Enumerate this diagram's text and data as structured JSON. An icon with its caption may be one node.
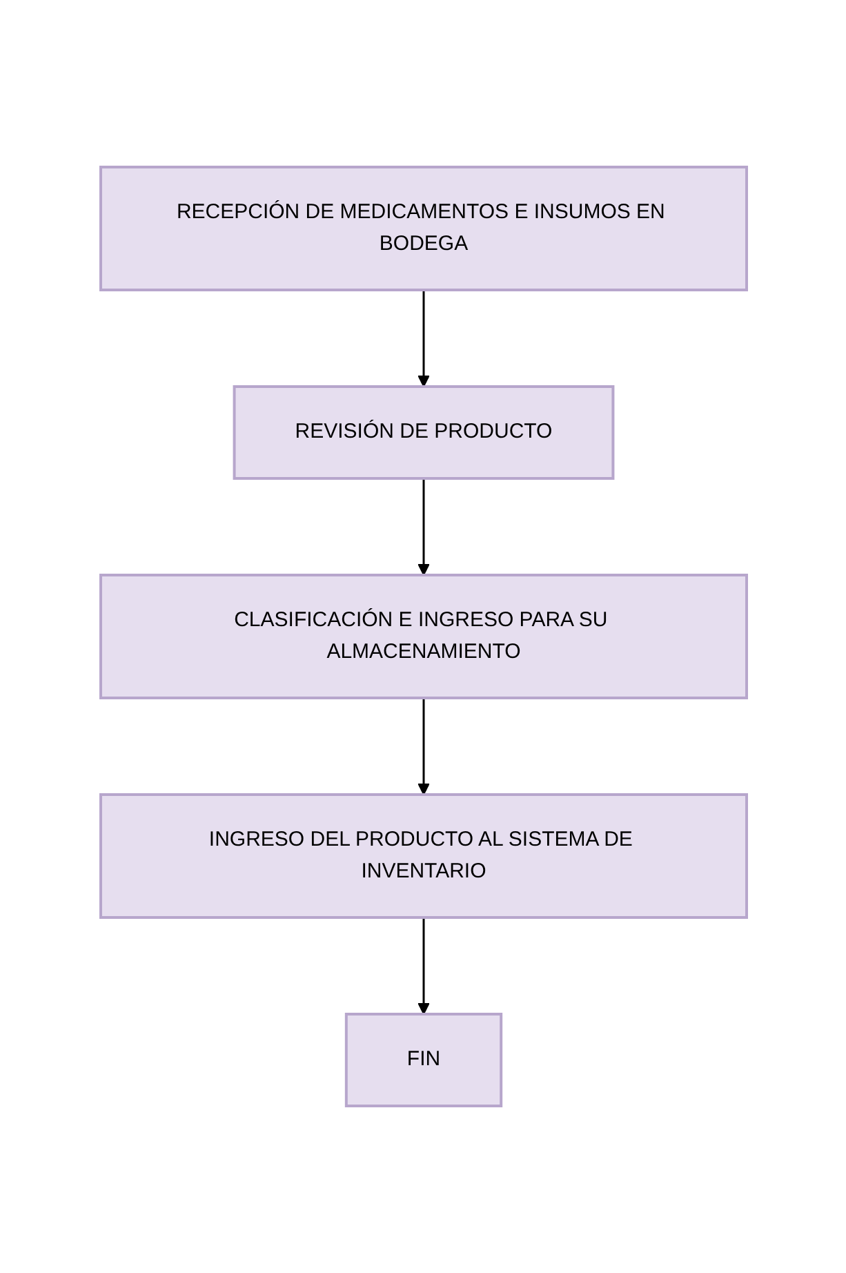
{
  "diagram": {
    "nodes": [
      {
        "text": [
          "RECEPCIÓN DE MEDICAMENTOS E INSUMOS EN BODEGA"
        ]
      },
      {
        "text": [
          "REVISIÓN DE PRODUCTO"
        ]
      },
      {
        "text": [
          "CLASIFICACIÓN E INGRESO PARA SU ALMACENAMIENTO"
        ]
      },
      {
        "text": [
          "INGRESO DEL PRODUCTO AL SISTEMA DE INVENTARIO"
        ]
      },
      {
        "text": [
          "FIN"
        ]
      }
    ],
    "edges": [
      {
        "from": 0,
        "to": 1,
        "arrow": "to"
      },
      {
        "from": 1,
        "to": 2,
        "arrow": "to"
      },
      {
        "from": 2,
        "to": 3,
        "arrow": "to"
      },
      {
        "from": 3,
        "to": 4,
        "arrow": "to"
      }
    ]
  }
}
